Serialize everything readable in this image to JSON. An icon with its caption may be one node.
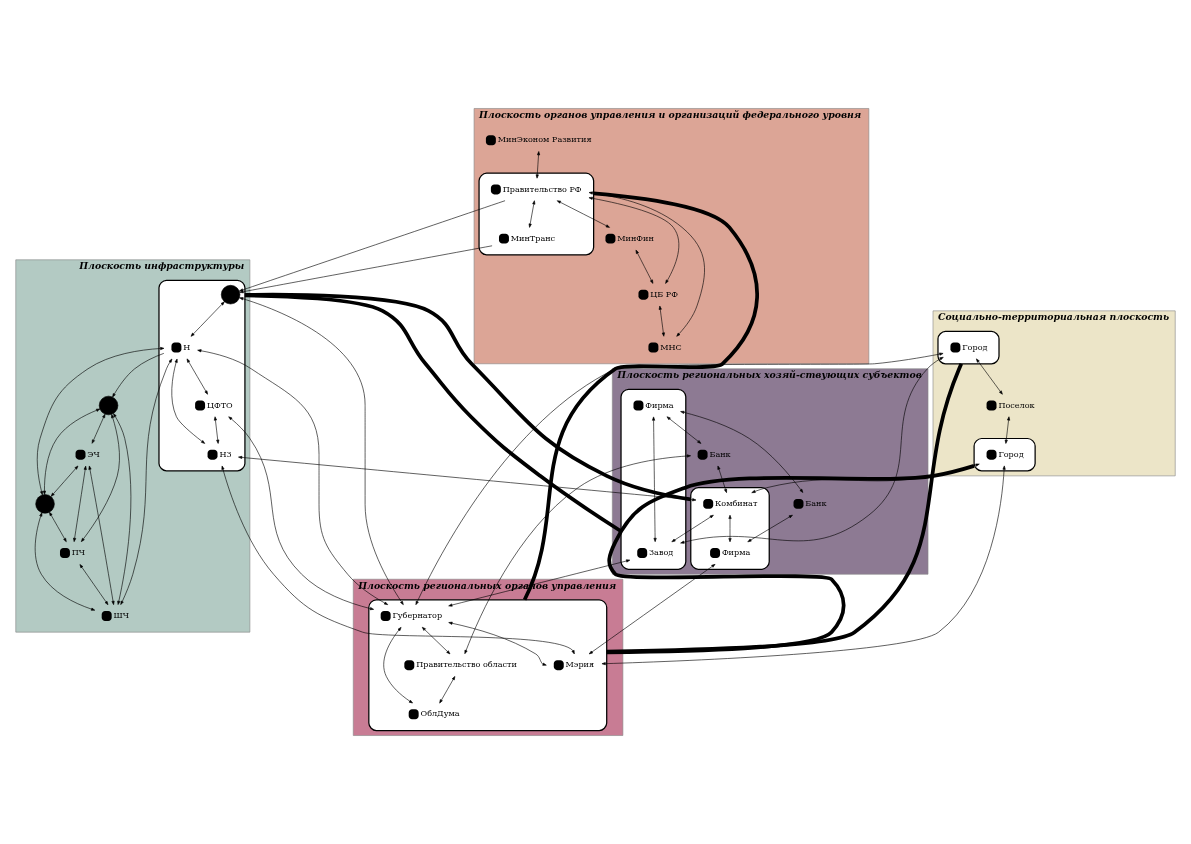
{
  "diagram": {
    "nodes": [
      {
        "text": [
          "Плоскость органов управления и организаций федерального уровня"
        ]
      },
      {
        "text": [
          "МинЭконом Развития"
        ],
        "in": 0
      },
      {
        "text": [],
        "shape": "ellipse",
        "in": 0
      },
      {
        "text": [
          "Правительство РФ"
        ],
        "in": 2
      },
      {
        "text": [
          "МинТранс"
        ],
        "in": 2
      },
      {
        "text": [
          "МинФин"
        ],
        "in": 0
      },
      {
        "text": [
          "ЦБ РФ"
        ],
        "in": 0
      },
      {
        "text": [
          "МНС"
        ],
        "in": 0
      },
      {
        "text": [
          "Плоскость инфраструктуры"
        ]
      },
      {
        "text": [],
        "shape": "ellipse",
        "in": 8
      },
      {
        "text": [],
        "shape": "circle",
        "in": 9
      },
      {
        "text": [
          "Н"
        ],
        "in": 9
      },
      {
        "text": [
          "ЦФТО"
        ],
        "in": 9
      },
      {
        "text": [
          "НЗ"
        ],
        "in": 9
      },
      {
        "text": [],
        "shape": "circle",
        "in": 8
      },
      {
        "text": [
          "ЭЧ"
        ],
        "in": 8
      },
      {
        "text": [],
        "shape": "circle",
        "in": 8
      },
      {
        "text": [
          "ПЧ"
        ],
        "in": 8
      },
      {
        "text": [
          "ШЧ"
        ],
        "in": 8
      },
      {
        "text": [
          "Социально-территориальная плоскость"
        ]
      },
      {
        "text": [],
        "shape": "ellipse",
        "in": 19
      },
      {
        "text": [
          "Город"
        ],
        "in": 20
      },
      {
        "text": [
          "Поселок"
        ],
        "in": 19
      },
      {
        "text": [],
        "shape": "ellipse",
        "in": 19
      },
      {
        "text": [
          "Город"
        ],
        "in": 23
      },
      {
        "text": [
          "Плоскость региональных хозяй-ствующих субъектов"
        ]
      },
      {
        "text": [],
        "shape": "ellipse",
        "in": 25
      },
      {
        "text": [
          "Завод"
        ],
        "in": 26
      },
      {
        "text": [
          "Фирма"
        ],
        "in": 26
      },
      {
        "text": [
          "Банк"
        ],
        "in": 25
      },
      {
        "text": [],
        "shape": "ellipse",
        "in": 25
      },
      {
        "text": [
          "Комбинат"
        ],
        "in": 30
      },
      {
        "text": [
          "Фирма"
        ],
        "in": 30
      },
      {
        "text": [
          "Банк"
        ],
        "in": 25
      },
      {
        "text": [
          "Плоскость региональных органов управления"
        ]
      },
      {
        "text": [],
        "shape": "ellipse",
        "in": 34
      },
      {
        "text": [
          "Правительство области"
        ],
        "in": 35
      },
      {
        "text": [
          "Губернатор"
        ],
        "in": 35
      },
      {
        "text": [
          "ОблДума"
        ],
        "in": 35
      },
      {
        "text": [
          "Мэрия"
        ],
        "in": 35
      }
    ],
    "edges": [
      {
        "from": 1,
        "to": 3,
        "arrow": "both"
      },
      {
        "from": 3,
        "to": 4,
        "arrow": "both"
      },
      {
        "from": 3,
        "to": 5,
        "arrow": "both"
      },
      {
        "from": 3,
        "to": 6,
        "arrow": "both"
      },
      {
        "from": 5,
        "to": 6,
        "arrow": "both"
      },
      {
        "from": 6,
        "to": 7,
        "arrow": "both"
      },
      {
        "from": 3,
        "to": 7,
        "arrow": "both"
      },
      {
        "from": 3,
        "to": 10,
        "arrow": "to"
      },
      {
        "from": 4,
        "to": 10,
        "arrow": "to"
      },
      {
        "from": 10,
        "to": 11,
        "arrow": "both"
      },
      {
        "from": 11,
        "to": 12,
        "arrow": "both"
      },
      {
        "from": 12,
        "to": 13,
        "arrow": "both"
      },
      {
        "from": 11,
        "to": 13,
        "arrow": "both"
      },
      {
        "from": 11,
        "to": 14,
        "arrow": "to"
      },
      {
        "from": 11,
        "to": 16,
        "arrow": "both"
      },
      {
        "from": 11,
        "to": 18,
        "arrow": "both"
      },
      {
        "from": 14,
        "to": 15,
        "arrow": "both"
      },
      {
        "from": 14,
        "to": 16,
        "arrow": "both"
      },
      {
        "from": 14,
        "to": 17,
        "arrow": "both"
      },
      {
        "from": 14,
        "to": 18,
        "arrow": "both"
      },
      {
        "from": 15,
        "to": 16,
        "arrow": "both"
      },
      {
        "from": 15,
        "to": 17,
        "arrow": "both"
      },
      {
        "from": 15,
        "to": 18,
        "arrow": "both"
      },
      {
        "from": 16,
        "to": 17,
        "arrow": "both"
      },
      {
        "from": 16,
        "to": 18,
        "arrow": "both"
      },
      {
        "from": 17,
        "to": 18,
        "arrow": "both"
      },
      {
        "from": 21,
        "to": 22,
        "arrow": "both"
      },
      {
        "from": 22,
        "to": 24,
        "arrow": "both"
      },
      {
        "from": 28,
        "to": 27,
        "arrow": "both"
      },
      {
        "from": 28,
        "to": 29,
        "arrow": "both"
      },
      {
        "from": 29,
        "to": 31,
        "arrow": "both"
      },
      {
        "from": 31,
        "to": 32,
        "arrow": "both"
      },
      {
        "from": 31,
        "to": 27,
        "arrow": "both"
      },
      {
        "from": 28,
        "to": 33,
        "arrow": "both"
      },
      {
        "from": 33,
        "to": 32,
        "arrow": "both"
      },
      {
        "from": 37,
        "to": 36,
        "arrow": "both"
      },
      {
        "from": 37,
        "to": 39,
        "arrow": "both"
      },
      {
        "from": 37,
        "to": 38,
        "arrow": "both"
      },
      {
        "from": 36,
        "to": 38,
        "arrow": "both"
      },
      {
        "from": 21,
        "to": 27,
        "arrow": "both"
      },
      {
        "from": 21,
        "to": 37,
        "arrow": "both"
      },
      {
        "from": 24,
        "to": 31,
        "arrow": "both"
      },
      {
        "from": 24,
        "to": 39,
        "arrow": "both"
      },
      {
        "from": 27,
        "to": 37,
        "arrow": "both"
      },
      {
        "from": 29,
        "to": 36,
        "arrow": "both"
      },
      {
        "from": 32,
        "to": 39,
        "arrow": "both"
      },
      {
        "from": 12,
        "to": 37,
        "arrow": "both"
      },
      {
        "from": 11,
        "to": 37,
        "arrow": "both"
      },
      {
        "from": 10,
        "to": 37,
        "arrow": "both"
      },
      {
        "from": 13,
        "to": 31,
        "arrow": "both"
      },
      {
        "from": 13,
        "to": 39,
        "arrow": "both"
      },
      {
        "from": 2,
        "to": 35,
        "arrow": "none",
        "style": "thick"
      },
      {
        "from": 9,
        "to": 26,
        "arrow": "none",
        "style": "thick"
      },
      {
        "from": 9,
        "to": 30,
        "arrow": "none",
        "style": "thick"
      },
      {
        "from": 20,
        "to": 35,
        "arrow": "none",
        "style": "thick"
      },
      {
        "from": 23,
        "to": 35,
        "arrow": "none",
        "style": "thick"
      }
    ]
  }
}
